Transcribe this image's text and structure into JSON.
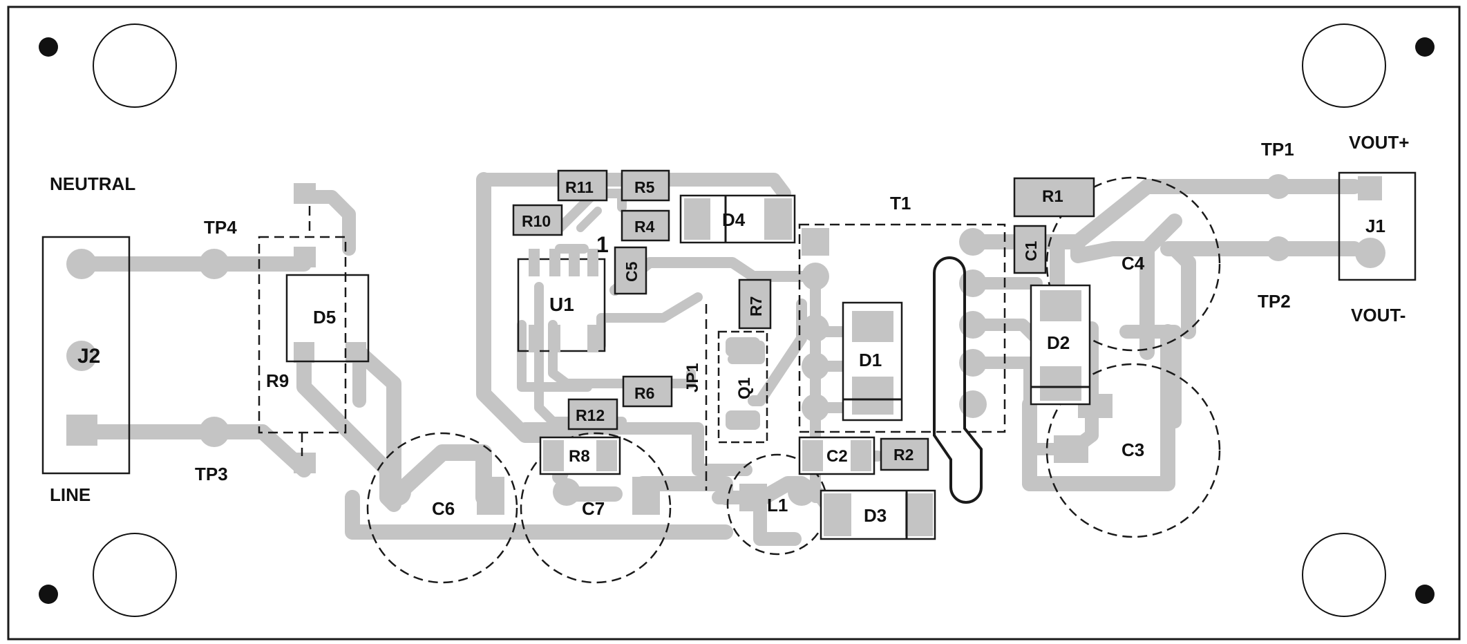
{
  "colors": {
    "trace": "#c4c4c4",
    "outline": "#1a1a1a",
    "text": "#111111",
    "background": "#ffffff"
  },
  "labels": {
    "neutral": "NEUTRAL",
    "line": "LINE",
    "tp4": "TP4",
    "tp3": "TP3",
    "tp1": "TP1",
    "tp2": "TP2",
    "vout_pos": "VOUT+",
    "vout_neg": "VOUT-",
    "j1": "J1",
    "j2": "J2",
    "t1": "T1"
  },
  "components": {
    "r1": "R1",
    "r2": "R2",
    "r4": "R4",
    "r5": "R5",
    "r6": "R6",
    "r7": "R7",
    "r8": "R8",
    "r9": "R9",
    "r10": "R10",
    "r11": "R11",
    "r12": "R12",
    "c1": "C1",
    "c2": "C2",
    "c3": "C3",
    "c4": "C4",
    "c5": "C5",
    "c6": "C6",
    "c7": "C7",
    "d1": "D1",
    "d2": "D2",
    "d3": "D3",
    "d4": "D4",
    "d5": "D5",
    "u1": "U1",
    "q1": "Q1",
    "l1": "L1",
    "jp1": "JP1",
    "pin1": "1"
  },
  "icons": [
    "mounting-hole-icon",
    "fiducial-icon",
    "pad-icon"
  ]
}
